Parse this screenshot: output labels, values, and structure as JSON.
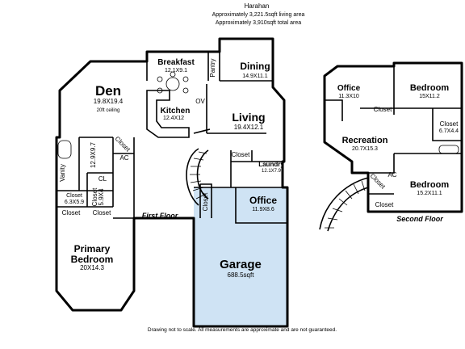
{
  "header": {
    "title": "Harahan",
    "living_area": "Approximately 3,221.5sqft living area",
    "total_area": "Approximately 3,910sqft total area"
  },
  "first_floor": {
    "label": "First Floor",
    "rooms": {
      "den": {
        "name": "Den",
        "dims": "19.8X19.4",
        "note": "20ft ceiling"
      },
      "breakfast": {
        "name": "Breakfast",
        "dims": "12.1X9.1"
      },
      "pantry": {
        "name": "Pantry"
      },
      "dining": {
        "name": "Dining",
        "dims": "14.9X11.1"
      },
      "kitchen": {
        "name": "Kitchen",
        "dims": "12.4X12"
      },
      "living": {
        "name": "Living",
        "dims": "19.4X12.1"
      },
      "laundry": {
        "name": "Laundry",
        "dims": "12.1X7.9"
      },
      "office": {
        "name": "Office",
        "dims": "11.9X8.6"
      },
      "garage": {
        "name": "Garage",
        "dims": "688.5sqft"
      },
      "primary_bedroom": {
        "name_line1": "Primary",
        "name_line2": "Bedroom",
        "dims": "20X14.3"
      },
      "bath_dims": "12.9X9.7",
      "closet_a": {
        "name": "Closet",
        "dims": "6.3X5.9"
      },
      "closet_b": {
        "name": "Closet",
        "dims": "5.9X4"
      }
    },
    "labels": {
      "vanity": "Vanity",
      "cl": "CL",
      "closet": "Closet",
      "ac": "AC",
      "ov": "OV"
    }
  },
  "second_floor": {
    "label": "Second Floor",
    "rooms": {
      "office": {
        "name": "Office",
        "dims": "11.3X10"
      },
      "bedroom1": {
        "name": "Bedroom",
        "dims": "15X11.2"
      },
      "closet": {
        "name": "Closet",
        "dims": "6.7X4.4"
      },
      "recreation": {
        "name": "Recreation",
        "dims": "20.7X15.3"
      },
      "bedroom2": {
        "name": "Bedroom",
        "dims": "15.2X11.1"
      }
    },
    "labels": {
      "closet": "Closet",
      "ac": "AC"
    }
  },
  "footer": {
    "disclaimer": "Drawing not to scale. All measurements are approximate and are not guaranteed."
  },
  "colors": {
    "wall": "#000000",
    "garage_fill": "#cfe3f4",
    "background": "#ffffff"
  }
}
